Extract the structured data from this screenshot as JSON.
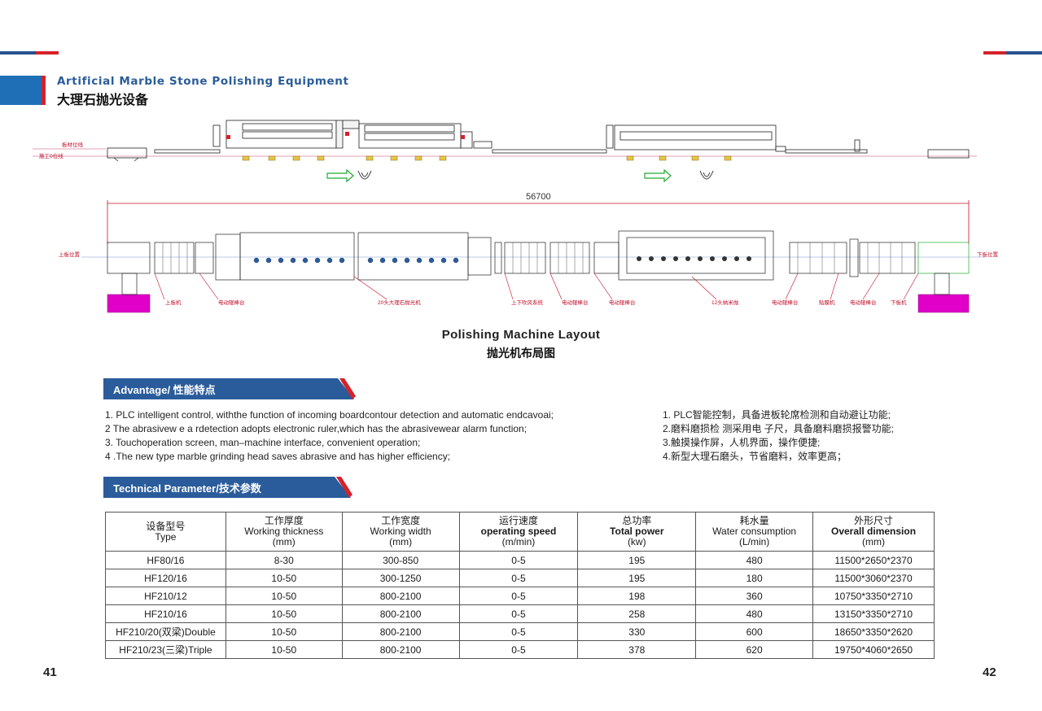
{
  "header": {
    "title_en": "Artificial Marble Stone Polishing Equipment",
    "title_cn": "大理石抛光设备"
  },
  "top_drawing": {
    "labels": [
      "板材位线",
      "施工0位线"
    ]
  },
  "layout_drawing": {
    "dimension": "56700",
    "left_label": "上板位置",
    "right_label": "下板位置",
    "components": [
      "上板机",
      "电动辊棒台",
      "20头大理石抛光机",
      "上下吹风系统",
      "电动辊棒台",
      "电动辊棒台",
      "12头纳米抛",
      "电动辊棒台",
      "贴膜机",
      "电动辊棒台",
      "下板机"
    ]
  },
  "layout_title": {
    "en": "Polishing Machine Layout",
    "cn": "抛光机布局图"
  },
  "advantage": {
    "heading": "Advantage/ 性能特点",
    "en_items": [
      "1. PLC intelligent control, withthe function of incoming boardcontour detection and automatic endcavoai;",
      "2 The abrasivew e a rdetection adopts electronic ruler,which has the abrasivewear alarm function;",
      "3. Touchoperation screen, man–machine interface, convenient operation;",
      "4 .The new type marble grinding head  saves abrasive and has higher efficiency;"
    ],
    "cn_items": [
      "1. PLC智能控制，具备进板轮席检测和自动避让功能;",
      "2.磨料磨损检 测采用电 子尺，具备磨料磨损报警功能;",
      "3.触摸操作屏，人机界面，操作便捷;",
      "4.新型大理石磨头，节省磨料，效率更高；"
    ]
  },
  "technical": {
    "heading": "Technical Parameter/技术参数",
    "columns": [
      {
        "cn": "设备型号",
        "en": "Type",
        "unit": ""
      },
      {
        "cn": "工作厚度",
        "en": "Working thickness",
        "unit": "(mm)"
      },
      {
        "cn": "工作宽度",
        "en": "Working width",
        "unit": "(mm)"
      },
      {
        "cn": "运行速度",
        "en": "operating speed",
        "unit": "(m/min)"
      },
      {
        "cn": "总功率",
        "en": "Total power",
        "unit": "(kw)"
      },
      {
        "cn": "耗水量",
        "en": "Water consumption",
        "unit": "(L/min)"
      },
      {
        "cn": "外形尺寸",
        "en": "Overall dimension",
        "unit": "(mm)"
      }
    ],
    "rows": [
      [
        "HF80/16",
        "8-30",
        "300-850",
        "0-5",
        "195",
        "480",
        "11500*2650*2370"
      ],
      [
        "HF120/16",
        "10-50",
        "300-1250",
        "0-5",
        "195",
        "180",
        "11500*3060*2370"
      ],
      [
        "HF210/12",
        "10-50",
        "800-2100",
        "0-5",
        "198",
        "360",
        "10750*3350*2710"
      ],
      [
        "HF210/16",
        "10-50",
        "800-2100",
        "0-5",
        "258",
        "480",
        "13150*3350*2710"
      ],
      [
        "HF210/20(双梁)Double",
        "10-50",
        "800-2100",
        "0-5",
        "330",
        "600",
        "18650*3350*2620"
      ],
      [
        "HF210/23(三梁)Triple",
        "10-50",
        "800-2100",
        "0-5",
        "378",
        "620",
        "19750*4060*2650"
      ]
    ]
  },
  "pages": {
    "left": "41",
    "right": "42"
  },
  "colors": {
    "brand_blue": "#2a5c9b",
    "accent_red": "#d6222a",
    "magenta": "#e000c8",
    "green": "#22aa33"
  }
}
